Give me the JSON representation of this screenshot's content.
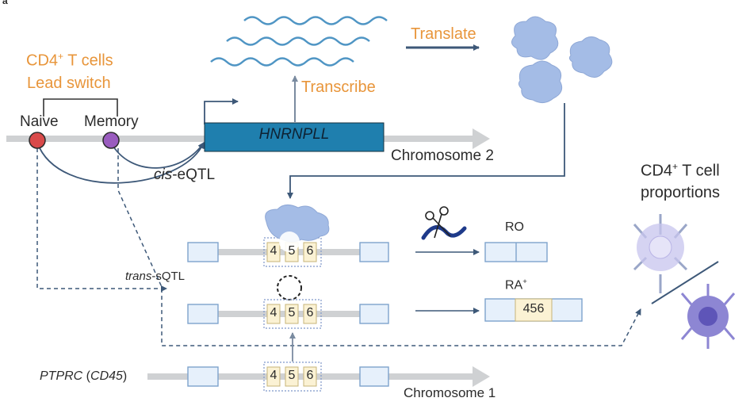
{
  "panel_letter": "a",
  "lead_switch": {
    "line1_prefix": "CD4",
    "line1_sup": "+",
    "line1_suffix": " T cells",
    "line2": "Lead switch"
  },
  "snps": {
    "naive": "Naive",
    "memory": "Memory"
  },
  "gene": {
    "name": "HNRNPLL",
    "chromosome": "Chromosome 2"
  },
  "actions": {
    "transcribe": "Transcribe",
    "translate": "Translate"
  },
  "qtl": {
    "cis_italic": "cis",
    "cis_suffix": "-eQTL",
    "trans_italic": "trans",
    "trans_suffix": "-sQTL"
  },
  "exons": {
    "e4": "4",
    "e5": "5",
    "e6": "6"
  },
  "isoforms": {
    "ro": "RO",
    "ra_prefix": "RA",
    "ra_sup": "+",
    "ra_exons": "456"
  },
  "ptprc": {
    "gene_italic": "PTPRC",
    "alias_open": " (",
    "alias_italic": "CD45",
    "alias_close": ")",
    "chromosome": "Chromosome 1"
  },
  "proportions": {
    "line1_prefix": "CD4",
    "line1_sup": "+",
    "line1_suffix": " T cell",
    "line2": "proportions"
  },
  "colors": {
    "orange_text": "#e8953a",
    "gene_box": "#1f7fae",
    "arrow_dark": "#3d5878",
    "chromosome": "#cfd1d3",
    "exon_fill": "#e6f0fb",
    "exon_stroke": "#7ea3cc",
    "alt_exon_fill": "#fbf2d4",
    "naive_snp": "#d94a4a",
    "memory_snp": "#9a5cbf",
    "mrna": "#4f95c4",
    "protein": "#a4bce6",
    "cell_light": "#c7c4ee",
    "cell_dark": "#8d86d3"
  }
}
